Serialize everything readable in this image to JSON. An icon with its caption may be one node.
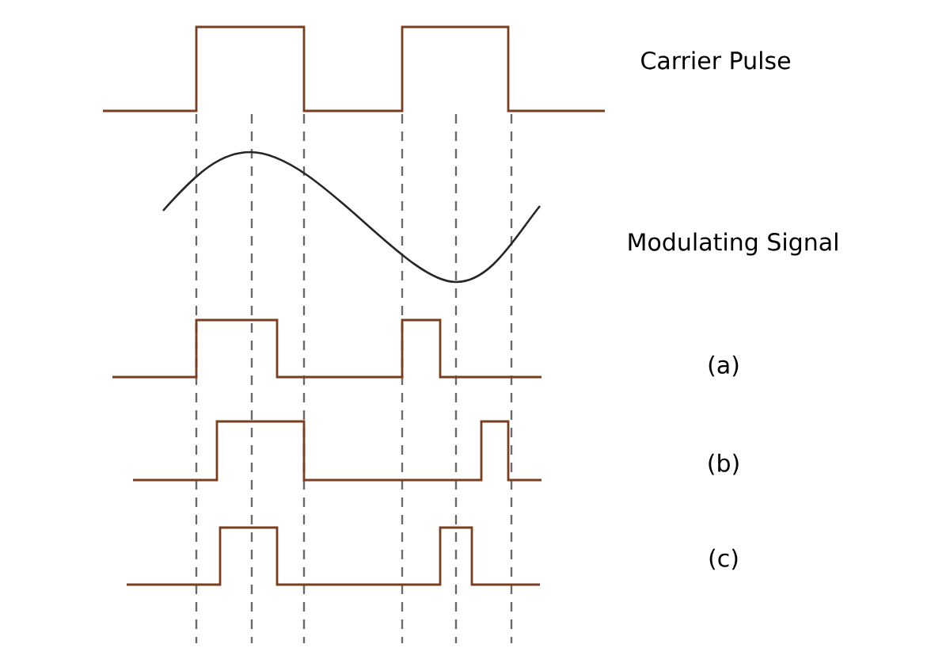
{
  "diagram": {
    "labels": [
      "Carrier Pulse",
      "Modulating Signal",
      "(a)",
      "(b)",
      "(c)"
    ]
  }
}
